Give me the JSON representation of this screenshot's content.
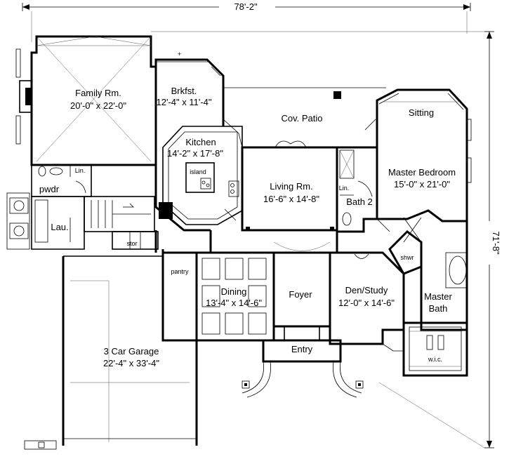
{
  "dimensions": {
    "width": "78'-2\"",
    "depth": "71'-8\""
  },
  "rooms": {
    "family": {
      "name": "Family Rm.",
      "size": "20'-0\" x 22'-0\""
    },
    "breakfast": {
      "name": "Brkfst.",
      "size": "12'-4\" x 11'-4\""
    },
    "patio": {
      "name": "Cov. Patio"
    },
    "sitting": {
      "name": "Sitting"
    },
    "master_bedroom": {
      "name": "Master Bedroom",
      "size": "15'-0\" x 21'-0\""
    },
    "kitchen": {
      "name": "Kitchen",
      "size": "14'-2\" x 17'-8\""
    },
    "island": {
      "name": "island"
    },
    "living": {
      "name": "Living Rm.",
      "size": "16'-6\" x 14'-8\""
    },
    "bath2": {
      "name": "Bath 2"
    },
    "lin1": {
      "name": "Lin."
    },
    "lin2": {
      "name": "Lin."
    },
    "pwdr": {
      "name": "pwdr"
    },
    "laundry": {
      "name": "Lau."
    },
    "stor": {
      "name": "stor"
    },
    "pantry": {
      "name": "pantry"
    },
    "dining": {
      "name": "Dining",
      "size": "13'-4\" x 14'-6\""
    },
    "foyer": {
      "name": "Foyer"
    },
    "den": {
      "name": "Den/Study",
      "size": "12'-0\" x 14'-6\""
    },
    "shwr": {
      "name": "shwr"
    },
    "master_bath": {
      "name": "Master",
      "name2": "Bath"
    },
    "wic": {
      "name": "w.i.c."
    },
    "entry": {
      "name": "Entry"
    },
    "garage": {
      "name": "3 Car Garage",
      "size": "22'-4\" x 33'-4\""
    }
  }
}
